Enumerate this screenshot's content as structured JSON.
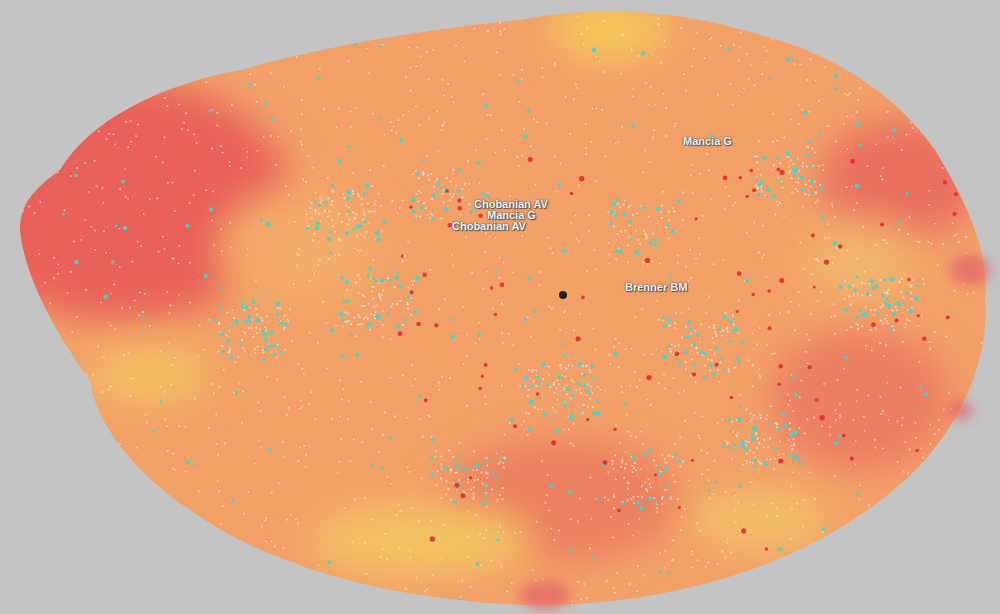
{
  "diagram": {
    "labels": [
      "Mancia G",
      "Chobanian AV",
      "Mancia G",
      "Chobanian AV",
      "Brenner BM"
    ]
  }
}
